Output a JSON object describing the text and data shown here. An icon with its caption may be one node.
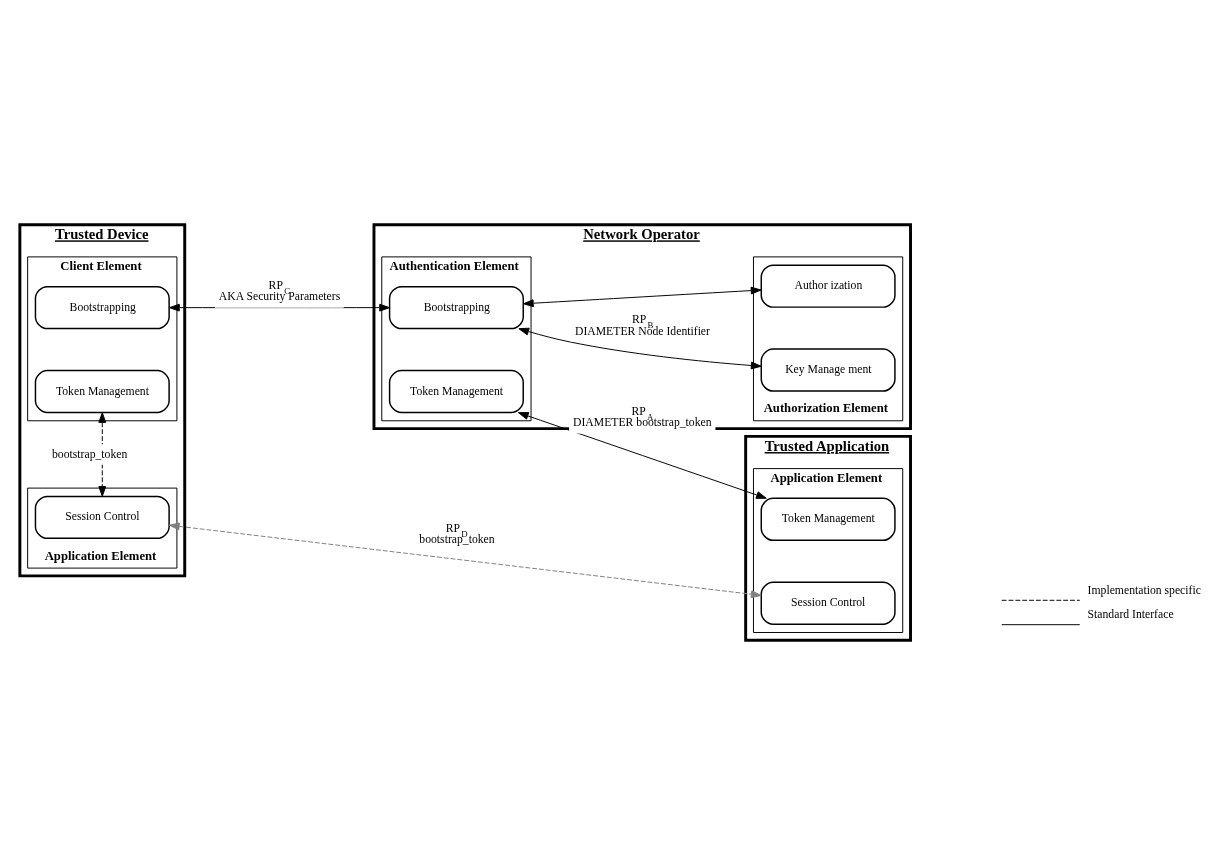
{
  "diagram": {
    "nodes": [
      {
        "text": [
          "Trusted Device"
        ]
      },
      {
        "text": [
          "Client Element"
        ],
        "in": 0
      },
      {
        "text": [
          "Bootstrapping"
        ],
        "in": 1
      },
      {
        "text": [
          "Token Management"
        ],
        "in": 1
      },
      {
        "text": [
          "Application Element"
        ],
        "in": 0
      },
      {
        "text": [
          "Session Control"
        ],
        "in": 4
      },
      {
        "text": [
          "Network Operator"
        ]
      },
      {
        "text": [
          "Authentication Element"
        ],
        "in": 6
      },
      {
        "text": [
          "Token Management"
        ],
        "in": 7
      },
      {
        "text": [
          "Bootstrapping"
        ],
        "in": 7
      },
      {
        "text": [
          "Authorization Element"
        ],
        "in": 6
      },
      {
        "text": [
          "Key Manage ment"
        ],
        "in": 10
      },
      {
        "text": [
          "Author ization"
        ],
        "in": 10
      },
      {
        "text": [
          "Trusted Application"
        ]
      },
      {
        "text": [
          "Application Element"
        ],
        "in": 13
      },
      {
        "text": [
          "Token Management"
        ],
        "in": 14
      },
      {
        "text": [
          "Session Control"
        ],
        "in": 14
      }
    ],
    "edges": [
      {
        "from": 2,
        "to": 9,
        "arrow": "both",
        "label": "RP$_{C}$ AKA Security Parameters"
      },
      {
        "from": 8,
        "to": 15,
        "arrow": "both",
        "label": "RP$_{A}$ DIAMETER bootstrap_token"
      },
      {
        "from": 9,
        "to": 11,
        "arrow": "both",
        "label": "RP$_{B}$ DIAMETER Node Identifier"
      },
      {
        "from": 9,
        "to": 12,
        "arrow": "both"
      },
      {
        "from": 3,
        "to": 5,
        "arrow": "both",
        "style": "dashed",
        "label": "bootstrap_token"
      },
      {
        "from": 5,
        "to": 16,
        "arrow": "both",
        "style": "dashed",
        "color": "#808080",
        "label": "RP$_{D}$ bootstrap_token"
      }
    ],
    "legend": [
      {
        "text": "Implementation specific"
      },
      {
        "text": "Standard Interface"
      }
    ]
  }
}
